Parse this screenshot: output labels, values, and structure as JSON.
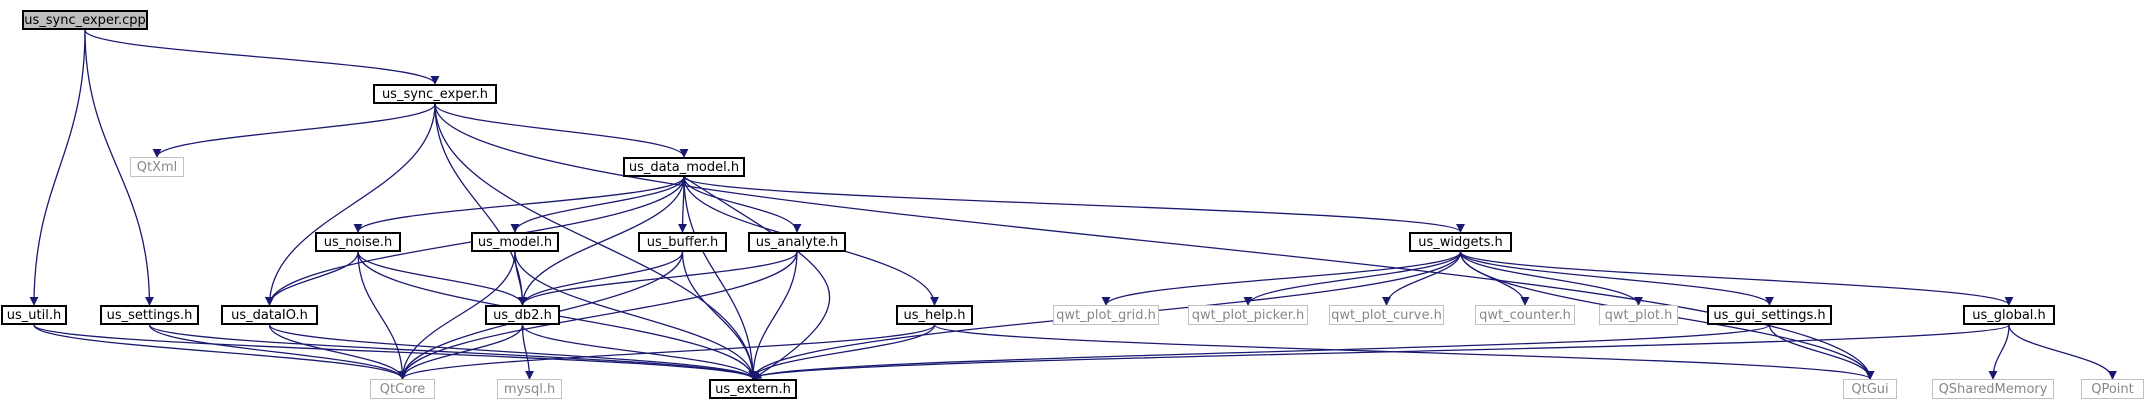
{
  "colors": {
    "edge": "#191970",
    "file_border": "#000000",
    "lib_border": "#c0c0c0",
    "lib_text": "#888888",
    "root_fill": "#bfbfbf"
  },
  "nodes": [
    {
      "id": "us_sync_exper_cpp",
      "label": "us_sync_exper.cpp",
      "kind": "root"
    },
    {
      "id": "us_sync_exper_h",
      "label": "us_sync_exper.h",
      "kind": "file"
    },
    {
      "id": "qtxml",
      "label": "QtXml",
      "kind": "lib"
    },
    {
      "id": "us_data_model_h",
      "label": "us_data_model.h",
      "kind": "file"
    },
    {
      "id": "us_noise_h",
      "label": "us_noise.h",
      "kind": "file"
    },
    {
      "id": "us_model_h",
      "label": "us_model.h",
      "kind": "file"
    },
    {
      "id": "us_buffer_h",
      "label": "us_buffer.h",
      "kind": "file"
    },
    {
      "id": "us_analyte_h",
      "label": "us_analyte.h",
      "kind": "file"
    },
    {
      "id": "us_widgets_h",
      "label": "us_widgets.h",
      "kind": "file"
    },
    {
      "id": "us_util_h",
      "label": "us_util.h",
      "kind": "file"
    },
    {
      "id": "us_settings_h",
      "label": "us_settings.h",
      "kind": "file"
    },
    {
      "id": "us_dataio_h",
      "label": "us_dataIO.h",
      "kind": "file"
    },
    {
      "id": "us_db2_h",
      "label": "us_db2.h",
      "kind": "file"
    },
    {
      "id": "us_help_h",
      "label": "us_help.h",
      "kind": "file"
    },
    {
      "id": "qwt_plot_grid_h",
      "label": "qwt_plot_grid.h",
      "kind": "lib"
    },
    {
      "id": "qwt_plot_picker_h",
      "label": "qwt_plot_picker.h",
      "kind": "lib"
    },
    {
      "id": "qwt_plot_curve_h",
      "label": "qwt_plot_curve.h",
      "kind": "lib"
    },
    {
      "id": "qwt_counter_h",
      "label": "qwt_counter.h",
      "kind": "lib"
    },
    {
      "id": "qwt_plot_h",
      "label": "qwt_plot.h",
      "kind": "lib"
    },
    {
      "id": "us_gui_settings_h",
      "label": "us_gui_settings.h",
      "kind": "file"
    },
    {
      "id": "us_global_h",
      "label": "us_global.h",
      "kind": "file"
    },
    {
      "id": "qtcore",
      "label": "QtCore",
      "kind": "lib"
    },
    {
      "id": "mysql_h",
      "label": "mysql.h",
      "kind": "lib"
    },
    {
      "id": "us_extern_h",
      "label": "us_extern.h",
      "kind": "file"
    },
    {
      "id": "qtgui",
      "label": "QtGui",
      "kind": "lib"
    },
    {
      "id": "qsharedmemory",
      "label": "QSharedMemory",
      "kind": "lib"
    },
    {
      "id": "qpoint",
      "label": "QPoint",
      "kind": "lib"
    }
  ],
  "edges": [
    {
      "from": "us_sync_exper_cpp",
      "to": "us_sync_exper_h"
    },
    {
      "from": "us_sync_exper_cpp",
      "to": "us_util_h"
    },
    {
      "from": "us_sync_exper_cpp",
      "to": "us_settings_h"
    },
    {
      "from": "us_sync_exper_h",
      "to": "qtxml"
    },
    {
      "from": "us_sync_exper_h",
      "to": "us_data_model_h"
    },
    {
      "from": "us_sync_exper_h",
      "to": "us_dataio_h"
    },
    {
      "from": "us_sync_exper_h",
      "to": "us_db2_h"
    },
    {
      "from": "us_sync_exper_h",
      "to": "qtgui"
    },
    {
      "from": "us_sync_exper_h",
      "to": "us_extern_h"
    },
    {
      "from": "us_data_model_h",
      "to": "us_noise_h"
    },
    {
      "from": "us_data_model_h",
      "to": "us_model_h"
    },
    {
      "from": "us_data_model_h",
      "to": "us_buffer_h"
    },
    {
      "from": "us_data_model_h",
      "to": "us_analyte_h"
    },
    {
      "from": "us_data_model_h",
      "to": "us_widgets_h"
    },
    {
      "from": "us_data_model_h",
      "to": "us_dataio_h"
    },
    {
      "from": "us_data_model_h",
      "to": "us_db2_h"
    },
    {
      "from": "us_data_model_h",
      "to": "us_help_h"
    },
    {
      "from": "us_data_model_h",
      "to": "us_extern_h"
    },
    {
      "from": "us_data_model_h",
      "to": "us_extern_h",
      "bend": "right"
    },
    {
      "from": "us_noise_h",
      "to": "us_dataio_h"
    },
    {
      "from": "us_noise_h",
      "to": "us_db2_h"
    },
    {
      "from": "us_noise_h",
      "to": "qtcore"
    },
    {
      "from": "us_noise_h",
      "to": "us_extern_h"
    },
    {
      "from": "us_model_h",
      "to": "us_db2_h"
    },
    {
      "from": "us_model_h",
      "to": "qtcore"
    },
    {
      "from": "us_model_h",
      "to": "us_extern_h"
    },
    {
      "from": "us_buffer_h",
      "to": "us_db2_h"
    },
    {
      "from": "us_buffer_h",
      "to": "qtcore"
    },
    {
      "from": "us_buffer_h",
      "to": "us_extern_h"
    },
    {
      "from": "us_analyte_h",
      "to": "us_db2_h"
    },
    {
      "from": "us_analyte_h",
      "to": "qtcore"
    },
    {
      "from": "us_analyte_h",
      "to": "us_extern_h"
    },
    {
      "from": "us_widgets_h",
      "to": "qwt_plot_grid_h"
    },
    {
      "from": "us_widgets_h",
      "to": "qwt_plot_picker_h"
    },
    {
      "from": "us_widgets_h",
      "to": "qwt_plot_curve_h"
    },
    {
      "from": "us_widgets_h",
      "to": "qwt_counter_h"
    },
    {
      "from": "us_widgets_h",
      "to": "qwt_plot_h"
    },
    {
      "from": "us_widgets_h",
      "to": "us_gui_settings_h"
    },
    {
      "from": "us_widgets_h",
      "to": "us_global_h"
    },
    {
      "from": "us_widgets_h",
      "to": "us_extern_h"
    },
    {
      "from": "us_widgets_h",
      "to": "qtgui"
    },
    {
      "from": "us_util_h",
      "to": "qtcore"
    },
    {
      "from": "us_util_h",
      "to": "us_extern_h"
    },
    {
      "from": "us_settings_h",
      "to": "qtcore"
    },
    {
      "from": "us_settings_h",
      "to": "us_extern_h"
    },
    {
      "from": "us_dataio_h",
      "to": "qtcore"
    },
    {
      "from": "us_dataio_h",
      "to": "us_extern_h"
    },
    {
      "from": "us_db2_h",
      "to": "mysql_h"
    },
    {
      "from": "us_db2_h",
      "to": "qtcore"
    },
    {
      "from": "us_db2_h",
      "to": "us_extern_h"
    },
    {
      "from": "us_help_h",
      "to": "qtcore"
    },
    {
      "from": "us_help_h",
      "to": "us_extern_h"
    },
    {
      "from": "us_help_h",
      "to": "qtgui"
    },
    {
      "from": "us_gui_settings_h",
      "to": "qtgui"
    },
    {
      "from": "us_gui_settings_h",
      "to": "us_extern_h"
    },
    {
      "from": "us_global_h",
      "to": "qsharedmemory"
    },
    {
      "from": "us_global_h",
      "to": "qpoint"
    },
    {
      "from": "us_global_h",
      "to": "us_extern_h"
    }
  ]
}
